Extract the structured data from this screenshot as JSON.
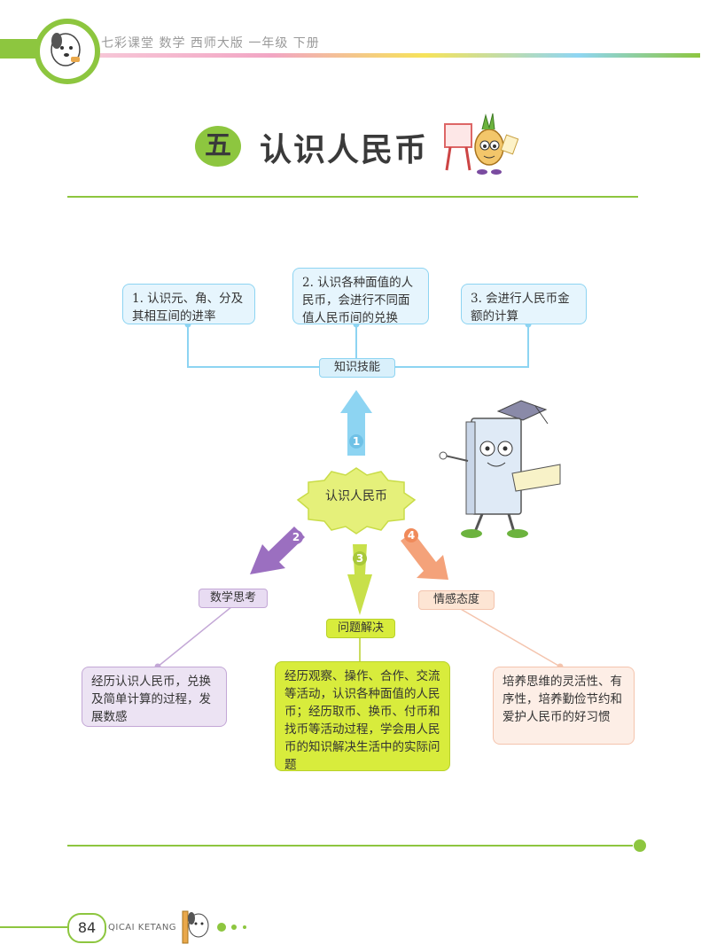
{
  "header": {
    "title": "七彩课堂  数学  西师大版  一年级  下册"
  },
  "chapter": {
    "number": "五",
    "title": "认识人民币"
  },
  "center_node": {
    "label": "认识人民币"
  },
  "arrow_numbers": [
    "1",
    "2",
    "3",
    "4"
  ],
  "knowledge": {
    "label": "知识技能",
    "items": [
      "1. 认识元、角、分及其相互间的进率",
      "2. 认识各种面值的人民币，会进行不同面值人民币间的兑换",
      "3. 会进行人民币金额的计算"
    ]
  },
  "math_thinking": {
    "label": "数学思考",
    "text": "经历认识人民币，兑换及简单计算的过程，发展数感"
  },
  "problem_solving": {
    "label": "问题解决",
    "text": "经历观察、操作、合作、交流等活动，认识各种面值的人民币；经历取币、换币、付币和找币等活动过程，学会用人民币的知识解决生活中的实际问题"
  },
  "attitude": {
    "label": "情感态度",
    "text": "培养思维的灵活性、有序性，培养勤俭节约和爱护人民币的好习惯"
  },
  "footer": {
    "page": "84",
    "brand": "QICAI KETANG"
  },
  "colors": {
    "green": "#8dc63f",
    "blue": "#8dd4f2",
    "purple": "#9b6fc0",
    "yellow": "#d8ec3c",
    "orange": "#f4a27a"
  }
}
